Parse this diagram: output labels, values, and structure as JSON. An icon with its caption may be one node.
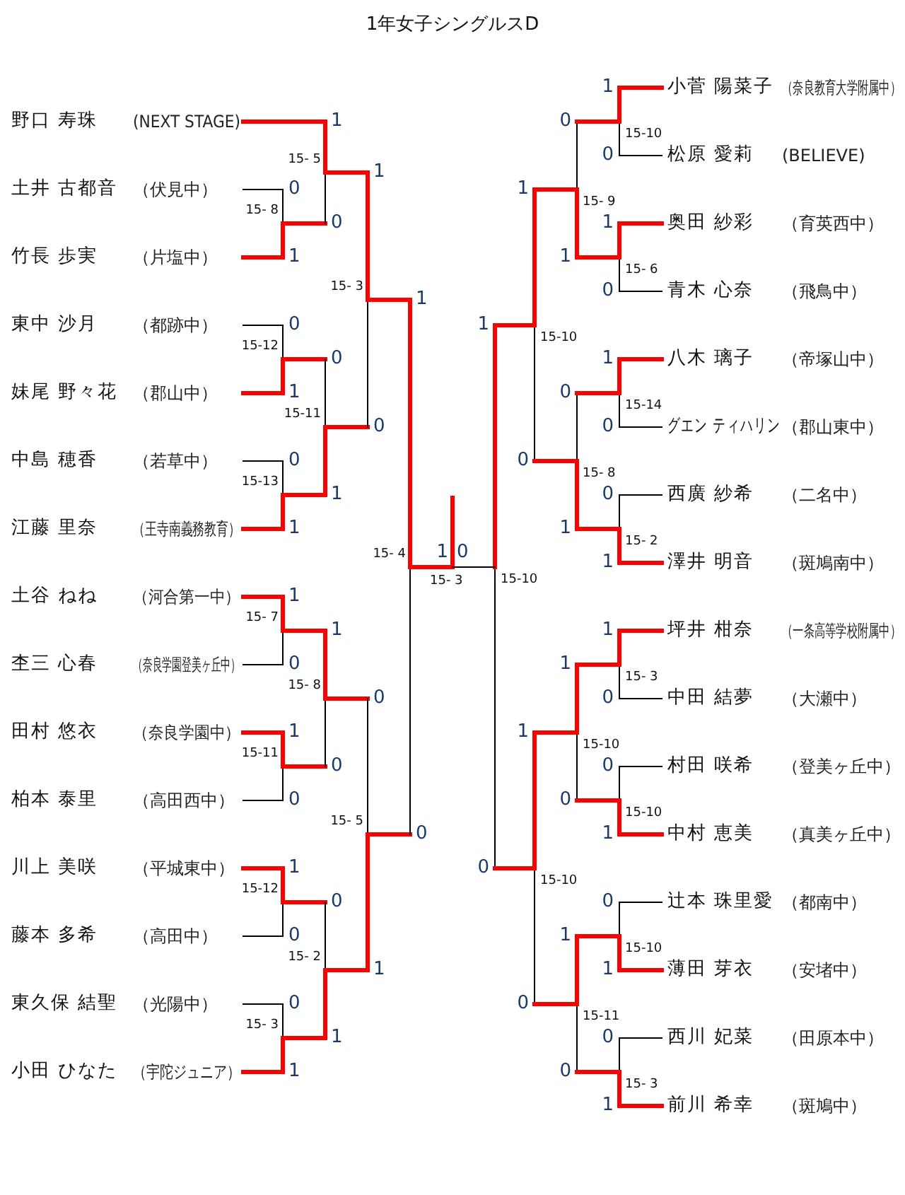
{
  "diagram": {
    "title": "1年女子シングルスD",
    "nodes": [
      {
        "text": [
          "野口 寿珠",
          "(NEXT STAGE)"
        ]
      },
      {
        "text": [
          "土井 古都音",
          "（伏見中）"
        ]
      },
      {
        "text": [
          "竹長 歩実",
          "（片塩中）"
        ]
      },
      {
        "text": [
          "東中 沙月",
          "（都跡中）"
        ]
      },
      {
        "text": [
          "妹尾 野々花",
          "（郡山中）"
        ]
      },
      {
        "text": [
          "中島 穂香",
          "（若草中）"
        ]
      },
      {
        "text": [
          "江藤 里奈",
          "（王寺南義務教育）"
        ]
      },
      {
        "text": [
          "土谷 ねね",
          "（河合第一中）"
        ]
      },
      {
        "text": [
          "杢三 心春",
          "（奈良学園登美ヶ丘中）"
        ]
      },
      {
        "text": [
          "田村 悠衣",
          "（奈良学園中）"
        ]
      },
      {
        "text": [
          "柏本 泰里",
          "（高田西中）"
        ]
      },
      {
        "text": [
          "川上 美咲",
          "（平城東中）"
        ]
      },
      {
        "text": [
          "藤本 多希",
          "（高田中）"
        ]
      },
      {
        "text": [
          "東久保 結聖",
          "（光陽中）"
        ]
      },
      {
        "text": [
          "小田 ひなた",
          "（宇陀ジュニア）"
        ]
      },
      {
        "text": [
          "小菅 陽菜子",
          "（奈良教育大学附属中）"
        ]
      },
      {
        "text": [
          "松原 愛莉",
          "(BELIEVE)"
        ]
      },
      {
        "text": [
          "奥田 紗彩",
          "（育英西中）"
        ]
      },
      {
        "text": [
          "青木 心奈",
          "（飛鳥中）"
        ]
      },
      {
        "text": [
          "八木 璃子",
          "（帝塚山中）"
        ]
      },
      {
        "text": [
          "グエン ティハリン",
          "（郡山東中）"
        ]
      },
      {
        "text": [
          "西廣 紗希",
          "（二名中）"
        ]
      },
      {
        "text": [
          "澤井 明音",
          "（斑鳩南中）"
        ]
      },
      {
        "text": [
          "坪井 柑奈",
          "（一条高等学校附属中）"
        ]
      },
      {
        "text": [
          "中田 結夢",
          "（大瀬中）"
        ]
      },
      {
        "text": [
          "村田 咲希",
          "（登美ヶ丘中）"
        ]
      },
      {
        "text": [
          "中村 恵美",
          "（真美ヶ丘中）"
        ]
      },
      {
        "text": [
          "辻本 珠里愛",
          "（都南中）"
        ]
      },
      {
        "text": [
          "薄田 芽衣",
          "（安堵中）"
        ]
      },
      {
        "text": [
          "西川 妃菜",
          "（田原本中）"
        ]
      },
      {
        "text": [
          "前川 希幸",
          "（斑鳩中）"
        ]
      }
    ],
    "labels": [
      "0",
      "1",
      "15- 8",
      "0",
      "1",
      "15-12",
      "0",
      "1",
      "15-13",
      "1",
      "0",
      "15- 7",
      "1",
      "0",
      "15-11",
      "1",
      "0",
      "15-12",
      "0",
      "1",
      "15- 3",
      "1",
      "0",
      "15- 5",
      "0",
      "1",
      "15-11",
      "1",
      "0",
      "15- 8",
      "0",
      "1",
      "15- 2",
      "1",
      "0",
      "15- 3",
      "0",
      "1",
      "15- 5",
      "1",
      "0",
      "15- 4",
      "1",
      "0",
      "15- 3",
      "1",
      "0",
      "15-10",
      "1",
      "0",
      "15-10",
      "1",
      "0",
      "15-10",
      "0",
      "1",
      "15- 9",
      "0",
      "1",
      "15- 8",
      "1",
      "0",
      "15-10",
      "1",
      "0",
      "15-11",
      "1",
      "0",
      "15-10",
      "1",
      "0",
      "15- 6",
      "1",
      "0",
      "15-14",
      "0",
      "1",
      "15- 2",
      "1",
      "0",
      "15- 3",
      "0",
      "1",
      "15-10",
      "0",
      "1",
      "15-10",
      "0",
      "1",
      "15- 3"
    ]
  }
}
